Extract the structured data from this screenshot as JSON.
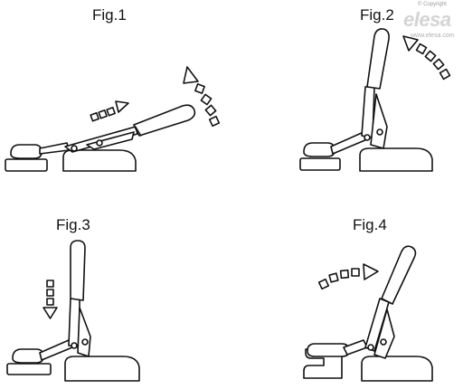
{
  "figures": [
    {
      "label": "Fig.1"
    },
    {
      "label": "Fig.2"
    },
    {
      "label": "Fig.3"
    },
    {
      "label": "Fig.4"
    }
  ],
  "watermark": {
    "copyright": "© Copyright",
    "brand": "elesa",
    "url": "www.elesa.com"
  },
  "colors": {
    "line": "#111111",
    "fill": "#ffffff",
    "watermark": "#d4d4d4"
  }
}
